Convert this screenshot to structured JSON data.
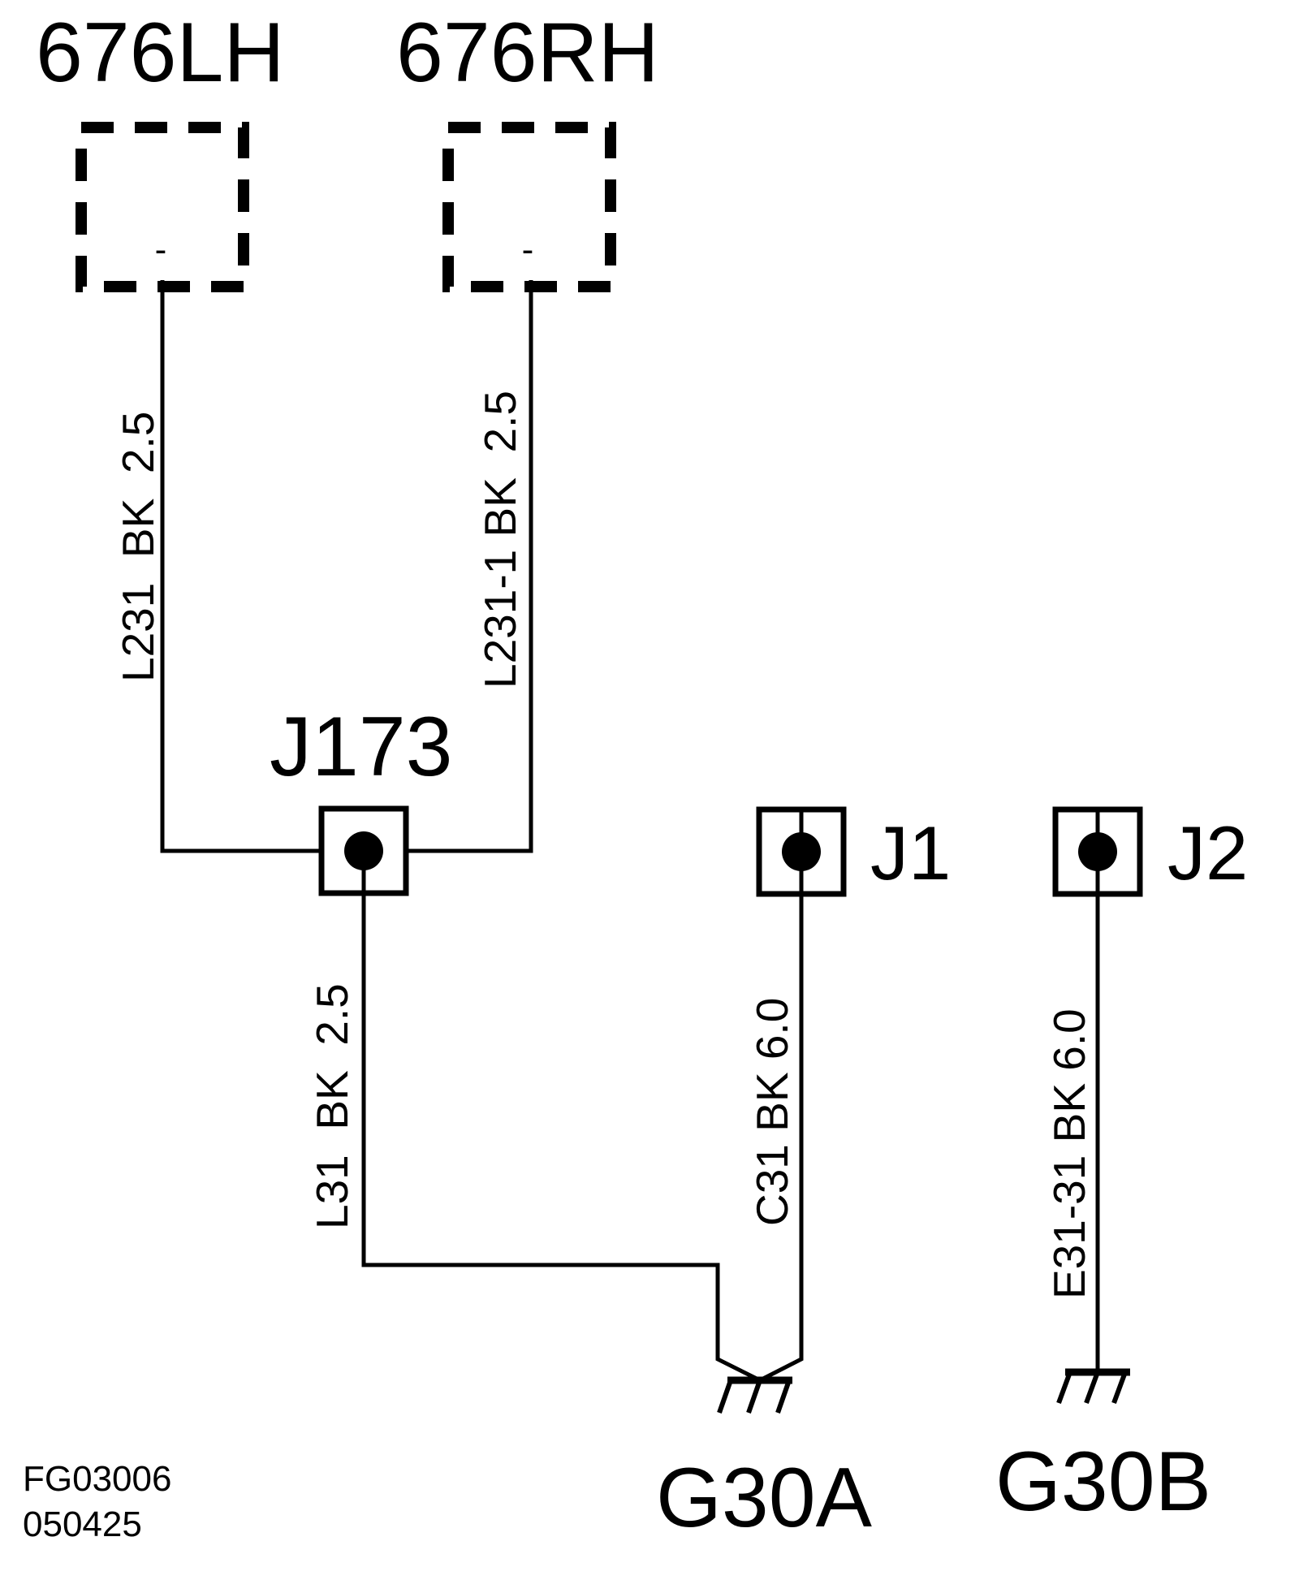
{
  "components": {
    "lh": {
      "label": "676LH",
      "pin": "-"
    },
    "rh": {
      "label": "676RH",
      "pin": "-"
    }
  },
  "splice": {
    "label": "J173"
  },
  "junctions": {
    "j1": {
      "label": "J1"
    },
    "j2": {
      "label": "J2"
    }
  },
  "wires": {
    "l231": "L231  BK  2.5",
    "l231_1": "L231-1 BK  2.5",
    "l31": "L31  BK  2.5",
    "c31": "C31 BK 6.0",
    "e31_31": "E31-31 BK 6.0"
  },
  "grounds": {
    "g30a": "G30A",
    "g30b": "G30B"
  },
  "footer": {
    "figure_id": "FG03006",
    "date_code": "050425"
  },
  "colors": {
    "line": "#000000",
    "background": "#ffffff"
  }
}
